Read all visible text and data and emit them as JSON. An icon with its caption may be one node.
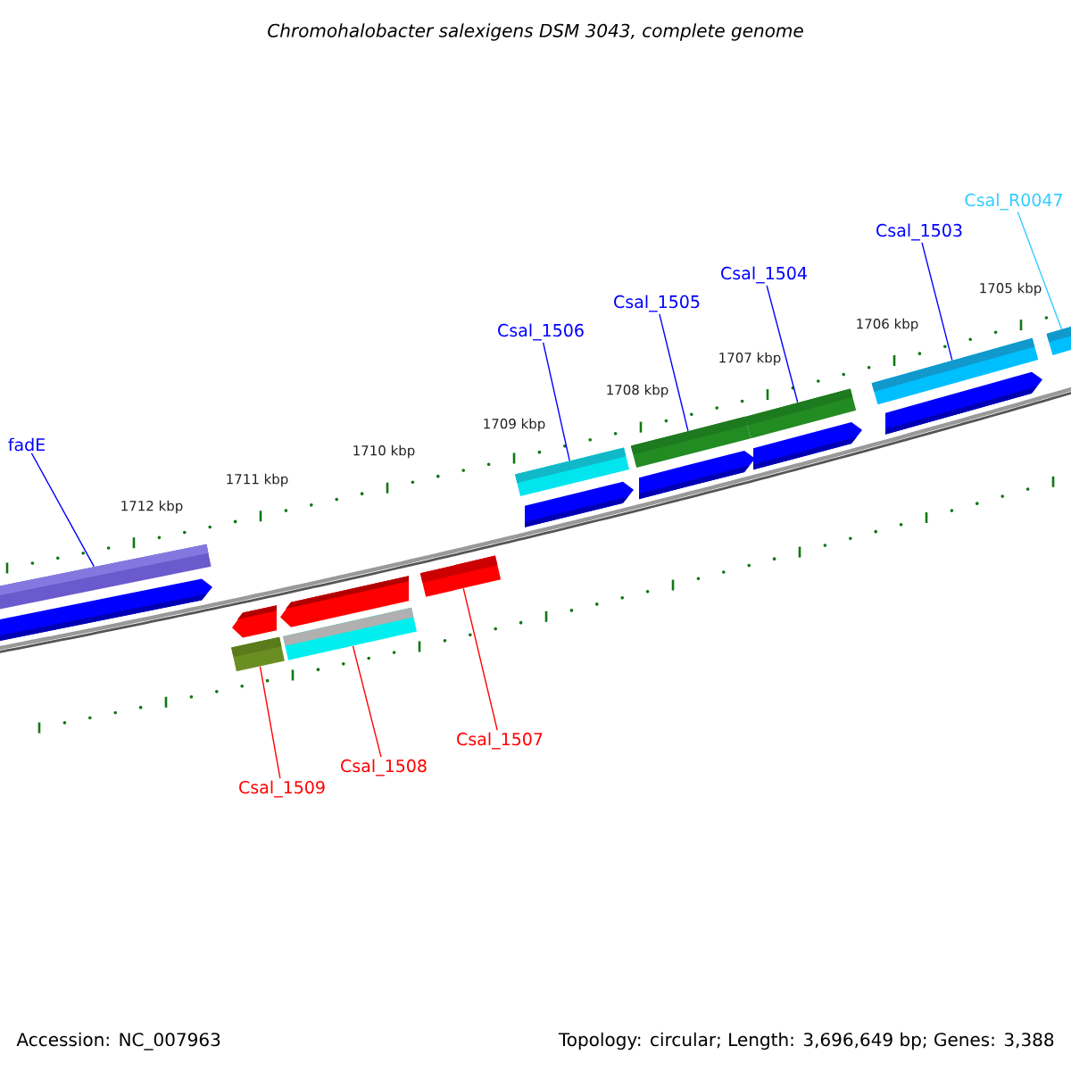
{
  "diagram": {
    "title": "Chromohalobacter salexigens DSM 3043, complete genome",
    "nodes": [
      {
        "text": [
          "fadE"
        ]
      },
      {
        "text": [
          "Csal_1506"
        ]
      },
      {
        "text": [
          "Csal_1505"
        ]
      },
      {
        "text": [
          "Csal_1504"
        ]
      },
      {
        "text": [
          "Csal_1503"
        ]
      },
      {
        "text": [
          "Csal_R0047"
        ]
      },
      {
        "text": [
          "Csal_1509"
        ]
      },
      {
        "text": [
          "Csal_1508"
        ]
      },
      {
        "text": [
          "Csal_1507"
        ]
      },
      {
        "text": [],
        "shape": "bar"
      },
      {
        "text": [],
        "shape": "bar"
      },
      {
        "text": [],
        "shape": "bar"
      },
      {
        "text": [],
        "shape": "bar"
      },
      {
        "text": [],
        "shape": "bar"
      },
      {
        "text": [],
        "shape": "bar"
      },
      {
        "text": [],
        "shape": "bar"
      },
      {
        "text": [],
        "shape": "bar"
      },
      {
        "text": [],
        "shape": "bar"
      },
      {
        "text": [],
        "shape": "arrow"
      },
      {
        "text": [],
        "shape": "arrow"
      },
      {
        "text": [],
        "shape": "arrow"
      },
      {
        "text": [],
        "shape": "arrow"
      },
      {
        "text": [],
        "shape": "arrow"
      },
      {
        "text": [],
        "shape": "arrow"
      },
      {
        "text": [],
        "shape": "arrow"
      }
    ],
    "edges": [
      {
        "from": 0,
        "to": 9,
        "arrow": "none"
      },
      {
        "from": 1,
        "to": 10,
        "arrow": "none"
      },
      {
        "from": 2,
        "to": 11,
        "arrow": "none"
      },
      {
        "from": 3,
        "to": 12,
        "arrow": "none"
      },
      {
        "from": 4,
        "to": 13,
        "arrow": "none"
      },
      {
        "from": 5,
        "to": 14,
        "arrow": "none",
        "color": "#33ccff"
      },
      {
        "from": 6,
        "to": 15,
        "arrow": "none",
        "color": "#ff0000"
      },
      {
        "from": 7,
        "to": 16,
        "arrow": "none",
        "color": "#ff0000"
      },
      {
        "from": 8,
        "to": 17,
        "arrow": "none",
        "color": "#ff0000"
      }
    ],
    "labels": [
      "1712 kbp",
      "1711 kbp",
      "1710 kbp",
      "1709 kbp",
      "1708 kbp",
      "1707 kbp",
      "1706 kbp",
      "1705 kbp",
      "Accession: NC_007963",
      "Topology: circular; Length: 3,696,649 bp; Genes: 3,388"
    ]
  }
}
